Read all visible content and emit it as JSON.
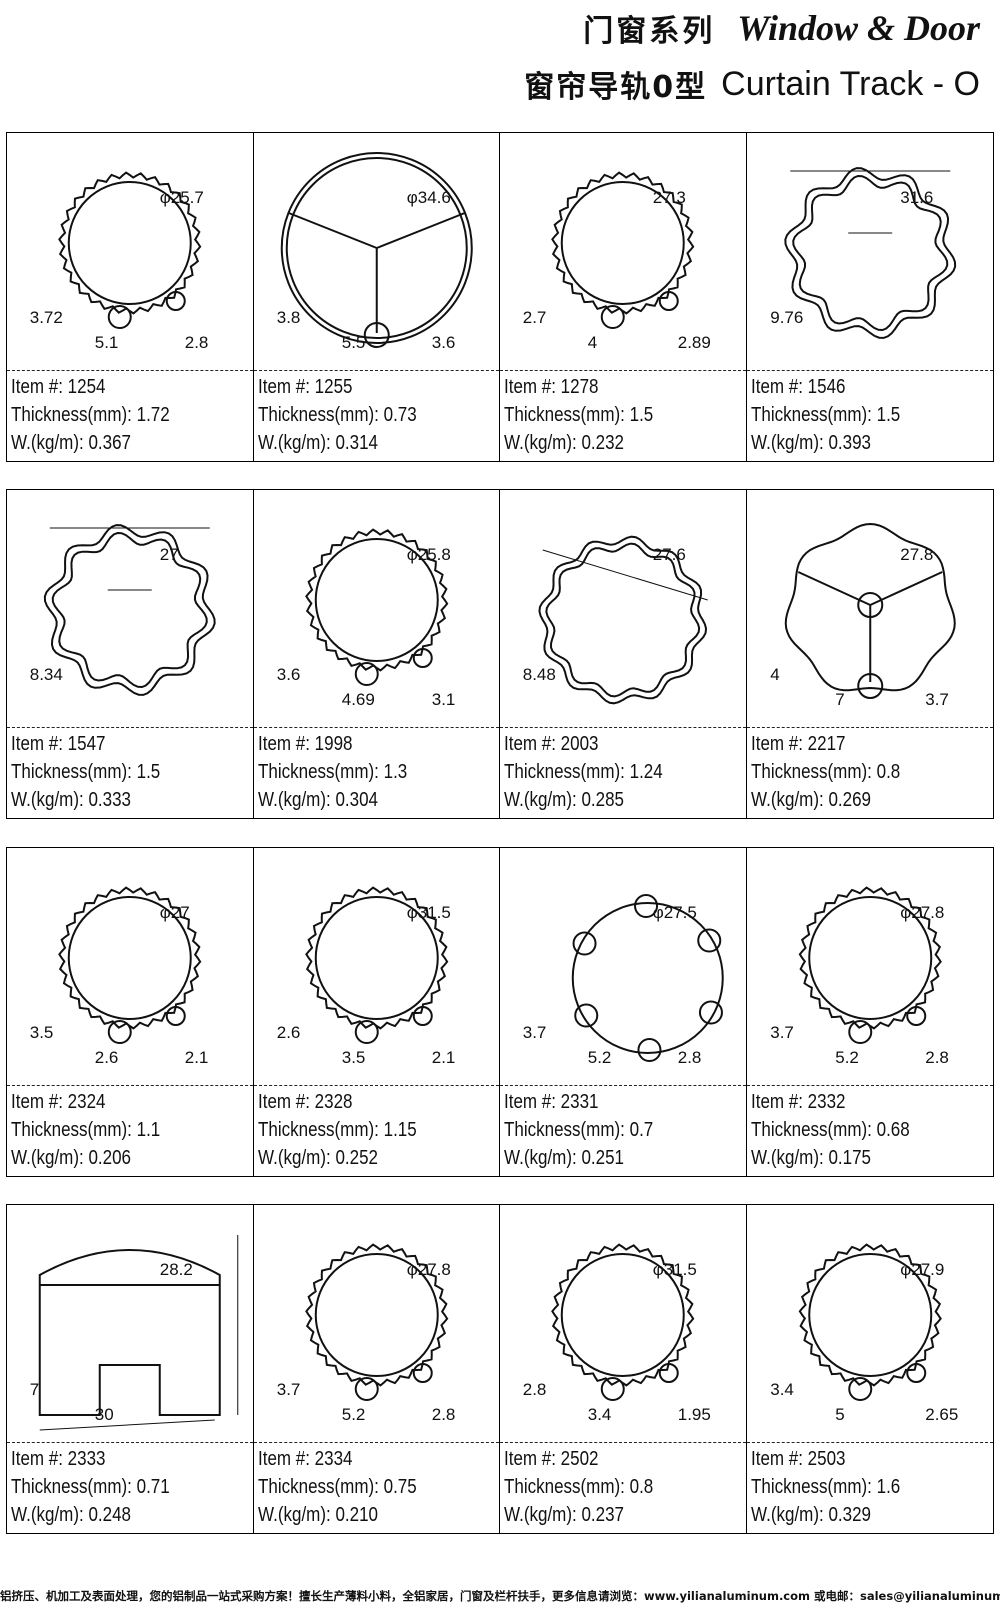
{
  "header": {
    "title_cn": "门窗系列",
    "title_en": "Window & Door",
    "subtitle_cn": "窗帘导轨0型",
    "subtitle_en": "Curtain Track - O"
  },
  "labels": {
    "item": "Item #:",
    "thickness": "Thickness(mm):",
    "weight": "W.(kg/m):"
  },
  "items": [
    {
      "id": "1254",
      "thickness": "1.72",
      "weight": "0.367",
      "dims": [
        "φ25.7",
        "3.72",
        "5.1",
        "2.8"
      ]
    },
    {
      "id": "1255",
      "thickness": "0.73",
      "weight": "0.314",
      "dims": [
        "φ34.6",
        "3.8",
        "5.5",
        "3.6"
      ]
    },
    {
      "id": "1278",
      "thickness": "1.5",
      "weight": "0.232",
      "dims": [
        "27.3",
        "2.7",
        "4",
        "2.89"
      ]
    },
    {
      "id": "1546",
      "thickness": "1.5",
      "weight": "0.393",
      "dims": [
        "31.6",
        "9.76"
      ]
    },
    {
      "id": "1547",
      "thickness": "1.5",
      "weight": "0.333",
      "dims": [
        "27",
        "8.34"
      ]
    },
    {
      "id": "1998",
      "thickness": "1.3",
      "weight": "0.304",
      "dims": [
        "φ25.8",
        "3.6",
        "4.69",
        "3.1"
      ]
    },
    {
      "id": "2003",
      "thickness": "1.24",
      "weight": "0.285",
      "dims": [
        "27.6",
        "8.48"
      ]
    },
    {
      "id": "2217",
      "thickness": "0.8",
      "weight": "0.269",
      "dims": [
        "27.8",
        "4",
        "7",
        "3.7"
      ]
    },
    {
      "id": "2324",
      "thickness": "1.1",
      "weight": "0.206",
      "dims": [
        "φ27",
        "3.5",
        "2.6",
        "2.1"
      ]
    },
    {
      "id": "2328",
      "thickness": "1.15",
      "weight": "0.252",
      "dims": [
        "φ31.5",
        "2.6",
        "3.5",
        "2.1"
      ]
    },
    {
      "id": "2331",
      "thickness": "0.7",
      "weight": "0.251",
      "dims": [
        "φ27.5",
        "3.7",
        "5.2",
        "2.8"
      ]
    },
    {
      "id": "2332",
      "thickness": "0.68",
      "weight": "0.175",
      "dims": [
        "φ27.8",
        "3.7",
        "5.2",
        "2.8"
      ]
    },
    {
      "id": "2333",
      "thickness": "0.71",
      "weight": "0.248",
      "dims": [
        "28.2",
        "7",
        "30"
      ]
    },
    {
      "id": "2334",
      "thickness": "0.75",
      "weight": "0.210",
      "dims": [
        "φ27.8",
        "3.7",
        "5.2",
        "2.8"
      ]
    },
    {
      "id": "2502",
      "thickness": "0.8",
      "weight": "0.237",
      "dims": [
        "φ31.5",
        "2.8",
        "3.4",
        "1.95"
      ]
    },
    {
      "id": "2503",
      "thickness": "1.6",
      "weight": "0.329",
      "dims": [
        "φ27.9",
        "3.4",
        "5",
        "2.65"
      ]
    }
  ],
  "footer": "铝挤压、机加工及表面处理，您的铝制品一站式采购方案！擅长生产薄料小料，全铝家居，门窗及栏杆扶手，更多信息请浏览：www.yilianaluminum.com 或电邮：sales@yilianaluminum.com"
}
